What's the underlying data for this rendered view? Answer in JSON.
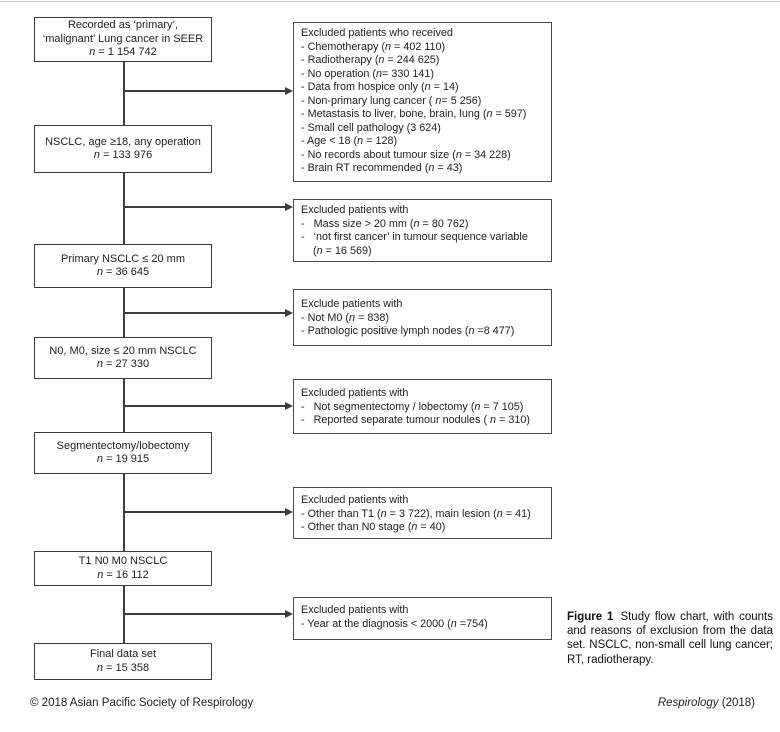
{
  "flow": {
    "main_boxes": [
      {
        "lines": [
          "Recorded as ‘primary’,",
          "‘malignant’ Lung cancer in SEER"
        ],
        "count": "n = 1 154 742"
      },
      {
        "lines": [
          "NSCLC, age ≥18, any operation"
        ],
        "count": "n = 133 976"
      },
      {
        "lines": [
          "Primary NSCLC ≤ 20 mm"
        ],
        "count": "n = 36 645"
      },
      {
        "lines": [
          "N0, M0, size ≤ 20 mm NSCLC"
        ],
        "count": "n = 27 330"
      },
      {
        "lines": [
          "Segmentectomy/lobectomy"
        ],
        "count": "n = 19 915"
      },
      {
        "lines": [
          "T1 N0 M0 NSCLC"
        ],
        "count": "n = 16 112"
      },
      {
        "lines": [
          "Final data set"
        ],
        "count": "n = 15 358"
      }
    ],
    "exclusion_boxes": [
      {
        "header": "Excluded patients who received",
        "items": [
          "- Chemotherapy (n = 402 110)",
          "- Radiotherapy (n = 244 625)",
          "- No operation (n= 330 141)",
          "- Data from hospice only (n = 14)",
          "- Non-primary lung cancer ( n= 5 256)",
          "- Metastasis to liver, bone, brain, lung (n = 597)",
          "- Small cell pathology (3 624)",
          "- Age < 18 (n = 128)",
          "- No records about tumour size (n = 34 228)",
          "- Brain RT recommended (n = 43)"
        ]
      },
      {
        "header": "Excluded patients with",
        "items": [
          "-   Mass size > 20 mm (n = 80 762)",
          "-   ‘not first cancer’ in tumour sequence variable\n    (n = 16 569)"
        ]
      },
      {
        "header": "Exclude patients with",
        "items": [
          "- Not M0 (n = 838)",
          "- Pathologic positive lymph nodes (n =8 477)"
        ]
      },
      {
        "header": "Excluded patients with",
        "items": [
          "-   Not segmentectomy / lobectomy (n = 7 105)",
          "-   Reported separate tumour nodules ( n = 310)"
        ]
      },
      {
        "header": "Excluded patients with",
        "items": [
          "- Other than T1 (n = 3 722), main lesion (n = 41)",
          "- Other than N0 stage (n = 40)"
        ]
      },
      {
        "header": "Excluded patients with",
        "items": [
          "- Year at the diagnosis < 2000 (n =754)"
        ]
      }
    ]
  },
  "caption": {
    "label": "Figure 1",
    "text": "Study flow chart, with counts and reasons of exclusion from the data set. NSCLC, non-small cell lung cancer; RT, radiotherapy."
  },
  "footer": {
    "left": "© 2018 Asian Pacific Society of Respirology",
    "journal": "Respirology",
    "year": " (2018)"
  }
}
